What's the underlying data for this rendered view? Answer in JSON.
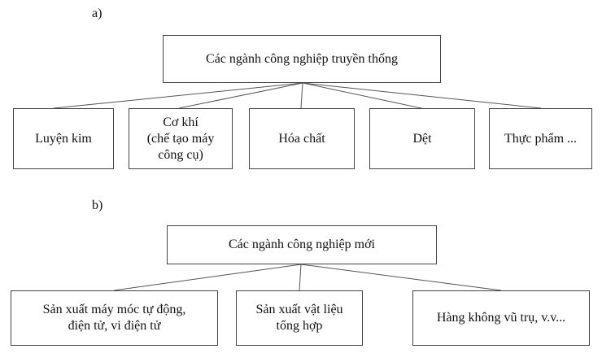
{
  "colors": {
    "line": "#555555",
    "border": "#444444",
    "text": "#111111"
  },
  "part_a": {
    "label": "a)",
    "root": "Các ngành công nghiệp truyền thống",
    "children": [
      {
        "text": "Luyện kim"
      },
      {
        "text": "Cơ khí\n(chế tạo máy\ncông cụ)"
      },
      {
        "text": "Hóa chất"
      },
      {
        "text": "Dệt"
      },
      {
        "text": "Thực phẩm ..."
      }
    ]
  },
  "part_b": {
    "label": "b)",
    "root": "Các ngành công nghiệp mới",
    "children": [
      {
        "text": "Sản xuất máy móc tự động,\nđiện tử, vi điện tử"
      },
      {
        "text": "Sản xuất vật liệu\ntổng hợp"
      },
      {
        "text": "Hàng không vũ trụ, v.v..."
      }
    ]
  }
}
